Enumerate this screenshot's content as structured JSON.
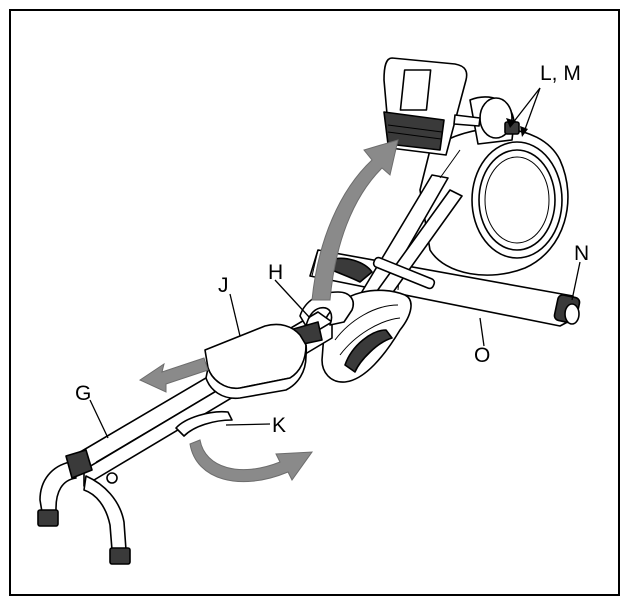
{
  "figure": {
    "labels": {
      "G": "G",
      "H": "H",
      "J": "J",
      "K": "K",
      "LM": "L, M",
      "N": "N",
      "O": "O"
    },
    "colors": {
      "border": "#000000",
      "arrow": "#8a8a8a",
      "ink": "#000000",
      "dark_part": "#3a3a3a"
    }
  }
}
